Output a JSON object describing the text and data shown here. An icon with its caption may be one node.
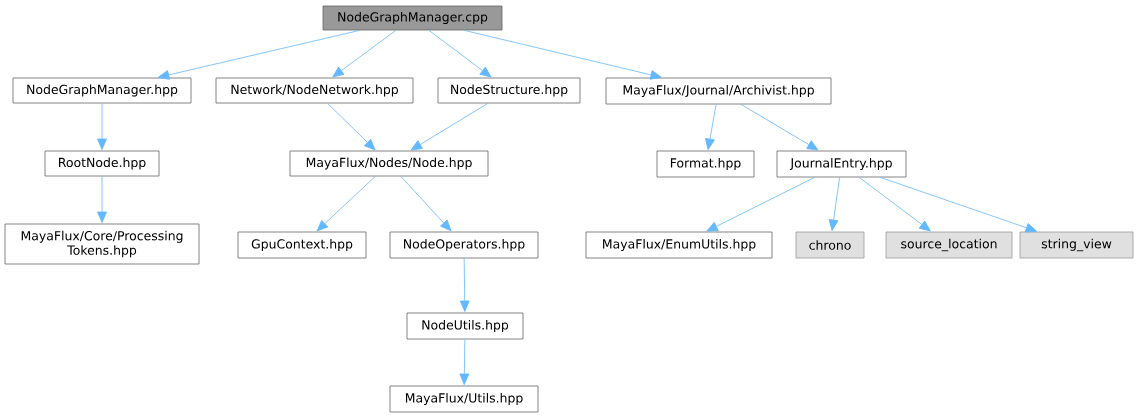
{
  "diagram": {
    "nodes": [
      {
        "text": [
          "NodeGraphManager.cpp"
        ]
      },
      {
        "text": [
          "NodeGraphManager.hpp"
        ]
      },
      {
        "text": [
          "Network/NodeNetwork.hpp"
        ]
      },
      {
        "text": [
          "NodeStructure.hpp"
        ]
      },
      {
        "text": [
          "MayaFlux/Journal/Archivist.hpp"
        ]
      },
      {
        "text": [
          "RootNode.hpp"
        ]
      },
      {
        "text": [
          "MayaFlux/Nodes/Node.hpp"
        ]
      },
      {
        "text": [
          "Format.hpp"
        ]
      },
      {
        "text": [
          "JournalEntry.hpp"
        ]
      },
      {
        "text": [
          "MayaFlux/Core/Processing Tokens.hpp"
        ]
      },
      {
        "text": [
          "GpuContext.hpp"
        ]
      },
      {
        "text": [
          "NodeOperators.hpp"
        ]
      },
      {
        "text": [
          "MayaFlux/EnumUtils.hpp"
        ]
      },
      {
        "text": [
          "chrono"
        ]
      },
      {
        "text": [
          "source_location"
        ]
      },
      {
        "text": [
          "string_view"
        ]
      },
      {
        "text": [
          "NodeUtils.hpp"
        ]
      },
      {
        "text": [
          "MayaFlux/Utils.hpp"
        ]
      }
    ],
    "edges": [
      {
        "from": 0,
        "to": 1,
        "arrow": "to"
      },
      {
        "from": 0,
        "to": 2,
        "arrow": "to"
      },
      {
        "from": 0,
        "to": 3,
        "arrow": "to"
      },
      {
        "from": 0,
        "to": 4,
        "arrow": "to"
      },
      {
        "from": 1,
        "to": 5,
        "arrow": "to"
      },
      {
        "from": 5,
        "to": 9,
        "arrow": "to"
      },
      {
        "from": 2,
        "to": 6,
        "arrow": "to"
      },
      {
        "from": 3,
        "to": 6,
        "arrow": "to"
      },
      {
        "from": 6,
        "to": 10,
        "arrow": "to"
      },
      {
        "from": 6,
        "to": 11,
        "arrow": "to"
      },
      {
        "from": 11,
        "to": 16,
        "arrow": "to"
      },
      {
        "from": 16,
        "to": 17,
        "arrow": "to"
      },
      {
        "from": 4,
        "to": 7,
        "arrow": "to"
      },
      {
        "from": 4,
        "to": 8,
        "arrow": "to"
      },
      {
        "from": 8,
        "to": 12,
        "arrow": "to"
      },
      {
        "from": 8,
        "to": 13,
        "arrow": "to"
      },
      {
        "from": 8,
        "to": 14,
        "arrow": "to"
      },
      {
        "from": 8,
        "to": 15,
        "arrow": "to"
      }
    ]
  }
}
